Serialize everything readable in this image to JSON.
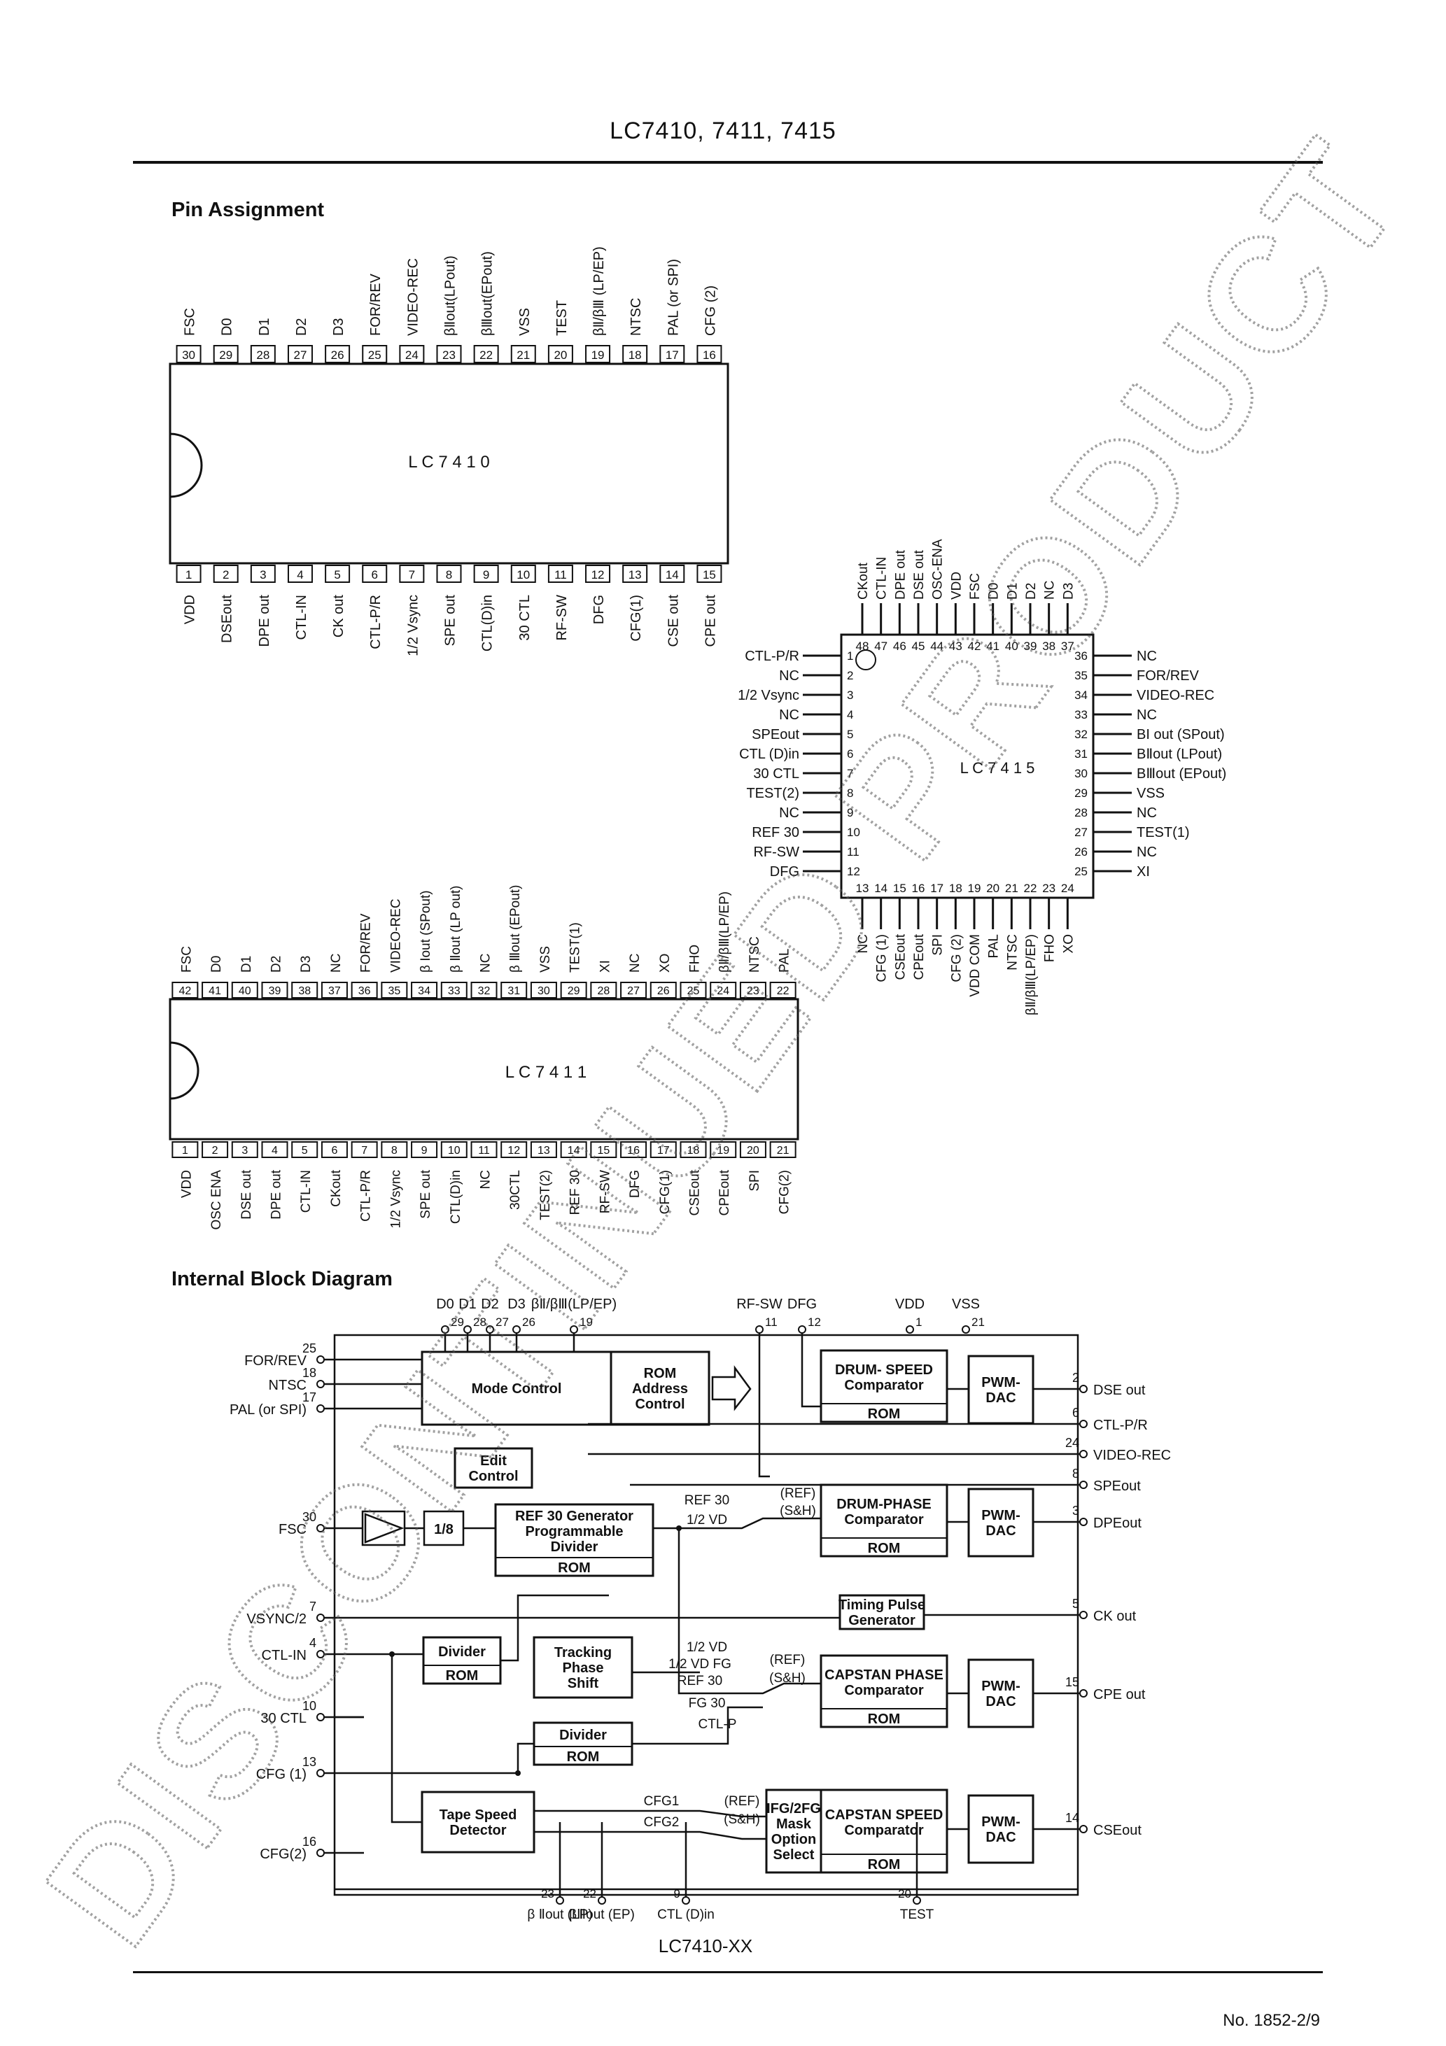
{
  "header_title": "LC7410, 7411, 7415",
  "sections": {
    "pin_assignment": "Pin Assignment",
    "block_diagram": "Internal Block Diagram"
  },
  "lc7410": {
    "label": "LC7410",
    "top_pins": [
      {
        "n": "30",
        "s": "FSC"
      },
      {
        "n": "29",
        "s": "D0"
      },
      {
        "n": "28",
        "s": "D1"
      },
      {
        "n": "27",
        "s": "D2"
      },
      {
        "n": "26",
        "s": "D3"
      },
      {
        "n": "25",
        "s": "FOR/REV"
      },
      {
        "n": "24",
        "s": "VIDEO-REC"
      },
      {
        "n": "23",
        "s": "βⅡout(LPout)"
      },
      {
        "n": "22",
        "s": "βⅢout(EPout)"
      },
      {
        "n": "21",
        "s": "VSS"
      },
      {
        "n": "20",
        "s": "TEST"
      },
      {
        "n": "19",
        "s": "βⅡ/βⅢ (LP/EP)"
      },
      {
        "n": "18",
        "s": "NTSC"
      },
      {
        "n": "17",
        "s": "PAL (or SPI)"
      },
      {
        "n": "16",
        "s": "CFG (2)"
      }
    ],
    "bottom_pins": [
      {
        "n": "1",
        "s": "VDD"
      },
      {
        "n": "2",
        "s": "DSEout"
      },
      {
        "n": "3",
        "s": "DPE out"
      },
      {
        "n": "4",
        "s": "CTL-IN"
      },
      {
        "n": "5",
        "s": "CK out"
      },
      {
        "n": "6",
        "s": "CTL-P/R"
      },
      {
        "n": "7",
        "s": "1/2 Vsync"
      },
      {
        "n": "8",
        "s": "SPE out"
      },
      {
        "n": "9",
        "s": "CTL(D)in"
      },
      {
        "n": "10",
        "s": "30 CTL"
      },
      {
        "n": "11",
        "s": "RF-SW"
      },
      {
        "n": "12",
        "s": "DFG"
      },
      {
        "n": "13",
        "s": "CFG(1)"
      },
      {
        "n": "14",
        "s": "CSE out"
      },
      {
        "n": "15",
        "s": "CPE out"
      }
    ]
  },
  "lc7411": {
    "label": "LC7411",
    "top_pins": [
      {
        "n": "42",
        "s": "FSC"
      },
      {
        "n": "41",
        "s": "D0"
      },
      {
        "n": "40",
        "s": "D1"
      },
      {
        "n": "39",
        "s": "D2"
      },
      {
        "n": "38",
        "s": "D3"
      },
      {
        "n": "37",
        "s": "NC"
      },
      {
        "n": "36",
        "s": "FOR/REV"
      },
      {
        "n": "35",
        "s": "VIDEO-REC"
      },
      {
        "n": "34",
        "s": "β Iout (SPout)"
      },
      {
        "n": "33",
        "s": "β Ⅱout (LP out)"
      },
      {
        "n": "32",
        "s": "NC"
      },
      {
        "n": "31",
        "s": "β Ⅲout (EPout)"
      },
      {
        "n": "30",
        "s": "VSS"
      },
      {
        "n": "29",
        "s": "TEST(1)"
      },
      {
        "n": "28",
        "s": "XI"
      },
      {
        "n": "27",
        "s": "NC"
      },
      {
        "n": "26",
        "s": "XO"
      },
      {
        "n": "25",
        "s": "FHO"
      },
      {
        "n": "24",
        "s": "βⅡ/βⅢ(LP/EP)"
      },
      {
        "n": "23",
        "s": "NTSC"
      },
      {
        "n": "22",
        "s": "PAL"
      }
    ],
    "bottom_pins": [
      {
        "n": "1",
        "s": "VDD"
      },
      {
        "n": "2",
        "s": "OSC ENA"
      },
      {
        "n": "3",
        "s": "DSE out"
      },
      {
        "n": "4",
        "s": "DPE out"
      },
      {
        "n": "5",
        "s": "CTL-IN"
      },
      {
        "n": "6",
        "s": "CKout"
      },
      {
        "n": "7",
        "s": "CTL-P/R"
      },
      {
        "n": "8",
        "s": "1/2 Vsync"
      },
      {
        "n": "9",
        "s": "SPE out"
      },
      {
        "n": "10",
        "s": "CTL(D)in"
      },
      {
        "n": "11",
        "s": "NC"
      },
      {
        "n": "12",
        "s": "30CTL"
      },
      {
        "n": "13",
        "s": "TEST(2)"
      },
      {
        "n": "14",
        "s": "REF 30"
      },
      {
        "n": "15",
        "s": "RF-SW"
      },
      {
        "n": "16",
        "s": "DFG"
      },
      {
        "n": "17",
        "s": "CFG(1)"
      },
      {
        "n": "18",
        "s": "CSEout"
      },
      {
        "n": "19",
        "s": "CPEout"
      },
      {
        "n": "20",
        "s": "SPI"
      },
      {
        "n": "21",
        "s": "CFG(2)"
      }
    ]
  },
  "lc7415": {
    "label": "LC7415",
    "top_pins": [
      {
        "n": "48",
        "s": "CKout"
      },
      {
        "n": "47",
        "s": "CTL-IN"
      },
      {
        "n": "46",
        "s": "DPE out"
      },
      {
        "n": "45",
        "s": "DSE out"
      },
      {
        "n": "44",
        "s": "OSC-ENA"
      },
      {
        "n": "43",
        "s": "VDD"
      },
      {
        "n": "42",
        "s": "FSC"
      },
      {
        "n": "41",
        "s": "D0"
      },
      {
        "n": "40",
        "s": "D1"
      },
      {
        "n": "39",
        "s": "D2"
      },
      {
        "n": "38",
        "s": "NC"
      },
      {
        "n": "37",
        "s": "D3"
      }
    ],
    "left_pins": [
      {
        "n": "1",
        "s": "CTL-P/R"
      },
      {
        "n": "2",
        "s": "NC"
      },
      {
        "n": "3",
        "s": "1/2 Vsync"
      },
      {
        "n": "4",
        "s": "NC"
      },
      {
        "n": "5",
        "s": "SPEout"
      },
      {
        "n": "6",
        "s": "CTL (D)in"
      },
      {
        "n": "7",
        "s": "30 CTL"
      },
      {
        "n": "8",
        "s": "TEST(2)"
      },
      {
        "n": "9",
        "s": "NC"
      },
      {
        "n": "10",
        "s": "REF 30"
      },
      {
        "n": "11",
        "s": "RF-SW"
      },
      {
        "n": "12",
        "s": "DFG"
      }
    ],
    "right_pins": [
      {
        "n": "36",
        "s": "NC"
      },
      {
        "n": "35",
        "s": "FOR/REV"
      },
      {
        "n": "34",
        "s": "VIDEO-REC"
      },
      {
        "n": "33",
        "s": "NC"
      },
      {
        "n": "32",
        "s": "BI out (SPout)"
      },
      {
        "n": "31",
        "s": "BⅡout (LPout)"
      },
      {
        "n": "30",
        "s": "BⅢout (EPout)"
      },
      {
        "n": "29",
        "s": "VSS"
      },
      {
        "n": "28",
        "s": "NC"
      },
      {
        "n": "27",
        "s": "TEST(1)"
      },
      {
        "n": "26",
        "s": "NC"
      },
      {
        "n": "25",
        "s": "XI"
      }
    ],
    "bottom_pins": [
      {
        "n": "13",
        "s": "NC"
      },
      {
        "n": "14",
        "s": "CFG (1)"
      },
      {
        "n": "15",
        "s": "CSEout"
      },
      {
        "n": "16",
        "s": "CPEout"
      },
      {
        "n": "17",
        "s": "SPI"
      },
      {
        "n": "18",
        "s": "CFG (2)"
      },
      {
        "n": "19",
        "s": "VDD COM"
      },
      {
        "n": "20",
        "s": "PAL"
      },
      {
        "n": "21",
        "s": "NTSC"
      },
      {
        "n": "22",
        "s": "βⅡ/βⅢ(LP/EP)"
      },
      {
        "n": "23",
        "s": "FHO"
      },
      {
        "n": "24",
        "s": "XO"
      }
    ]
  },
  "block": {
    "inputs_left": [
      {
        "n": "25",
        "s": "FOR/REV"
      },
      {
        "n": "18",
        "s": "NTSC"
      },
      {
        "n": "17",
        "s": "PAL (or SPI)"
      },
      {
        "n": "30",
        "s": "FSC"
      },
      {
        "n": "7",
        "s": "VSYNC/2"
      },
      {
        "n": "4",
        "s": "CTL-IN"
      },
      {
        "n": "10",
        "s": "30 CTL"
      },
      {
        "n": "13",
        "s": "CFG (1)"
      },
      {
        "n": "16",
        "s": "CFG(2)"
      }
    ],
    "inputs_top": [
      {
        "n": "29",
        "s": "D0"
      },
      {
        "n": "28",
        "s": "D1"
      },
      {
        "n": "27",
        "s": "D2"
      },
      {
        "n": "26",
        "s": "D3"
      },
      {
        "n": "19",
        "s": "βⅡ/βⅢ(LP/EP)"
      },
      {
        "n": "11",
        "s": "RF-SW"
      },
      {
        "n": "12",
        "s": "DFG"
      },
      {
        "n": "1",
        "s": "VDD"
      },
      {
        "n": "21",
        "s": "VSS"
      }
    ],
    "outputs_right": [
      {
        "n": "2",
        "s": "DSE out"
      },
      {
        "n": "6",
        "s": "CTL-P/R"
      },
      {
        "n": "24",
        "s": "VIDEO-REC"
      },
      {
        "n": "8",
        "s": "SPEout"
      },
      {
        "n": "3",
        "s": "DPEout"
      },
      {
        "n": "5",
        "s": "CK out"
      },
      {
        "n": "15",
        "s": "CPE out"
      },
      {
        "n": "14",
        "s": "CSEout"
      }
    ],
    "outputs_bottom": [
      {
        "n": "23",
        "s": "β Ⅱout (LP)"
      },
      {
        "n": "22",
        "s": "βⅢout (EP)"
      },
      {
        "n": "9",
        "s": "CTL (D)in"
      },
      {
        "n": "20",
        "s": "TEST"
      }
    ],
    "blocks": {
      "mode_control": "Mode Control",
      "rom_addr": [
        "ROM",
        "Address",
        "Control"
      ],
      "edit_control": [
        "Edit",
        "Control"
      ],
      "ref30_gen": [
        "REF 30 Generator",
        "Programmable",
        "Divider"
      ],
      "div8": "1/8",
      "divider1": "Divider",
      "tracking": [
        "Tracking",
        "Phase",
        "Shift"
      ],
      "divider2": "Divider",
      "tape_speed": [
        "Tape Speed",
        "Detector"
      ],
      "drum_speed": [
        "DRUM- SPEED",
        "Comparator"
      ],
      "drum_phase": [
        "DRUM-PHASE",
        "Comparator"
      ],
      "timing": [
        "Timing Pulse",
        "Generator"
      ],
      "capstan_phase": [
        "CAPSTAN PHASE",
        "Comparator"
      ],
      "capstan_speed": [
        "CAPSTAN SPEED",
        "Comparator"
      ],
      "mask": [
        "IFG/2FG",
        "Mask",
        "Option",
        "Select"
      ],
      "pwm": [
        "PWM-",
        "DAC"
      ],
      "rom": "ROM"
    },
    "signals": {
      "ref30_a": "REF 30",
      "half_vd_a": "1/2 VD",
      "ref_a": "(REF)",
      "sh_a": "(S&H)",
      "half_vd_b": "1/2 VD",
      "half_vd_fg": "1/2 VD FG",
      "ref30_b": "REF 30",
      "fg30": "FG 30",
      "ctl_p": "CTL-P",
      "ref_b": "(REF)",
      "sh_b": "(S&H)",
      "cfg1": "CFG1",
      "cfg2": "CFG2",
      "ref_c": "(REF)",
      "sh_c": "(S&H)"
    },
    "part_label": "LC7410-XX"
  },
  "watermark": "DISCONTINUED PRODUCT",
  "footer": "No. 1852-2/9"
}
